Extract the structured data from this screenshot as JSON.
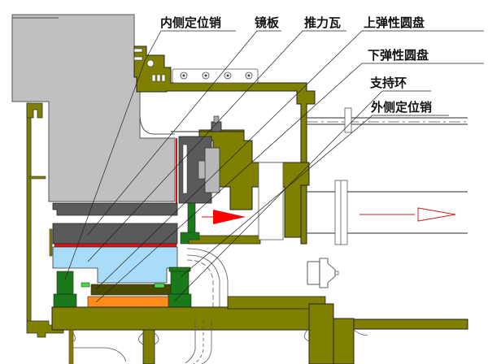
{
  "diagram": {
    "type": "thrust-bearing-cross-section",
    "labels": [
      {
        "id": "inner-locating-pin",
        "text": "内侧定位销"
      },
      {
        "id": "mirror-plate",
        "text": "镜板"
      },
      {
        "id": "thrust-pad",
        "text": "推力瓦"
      },
      {
        "id": "upper-elastic-disc",
        "text": "上弹性圆盘"
      },
      {
        "id": "lower-elastic-disc",
        "text": "下弹性圆盘"
      },
      {
        "id": "support-ring",
        "text": "支持环"
      },
      {
        "id": "outer-locating-pin",
        "text": "外侧定位销"
      }
    ],
    "colors": {
      "frame": "#808000",
      "rotor": "#c0c0c0",
      "dark_block": "#5a5a5a",
      "mirror": "#a8dcf8",
      "pin_green": "#1a7a1a",
      "light_green": "#44dd44",
      "upper_disc": "#4a4a00",
      "lower_disc": "#ff8c1a",
      "red_line": "#e01010",
      "arrow": "#ff0000"
    }
  }
}
